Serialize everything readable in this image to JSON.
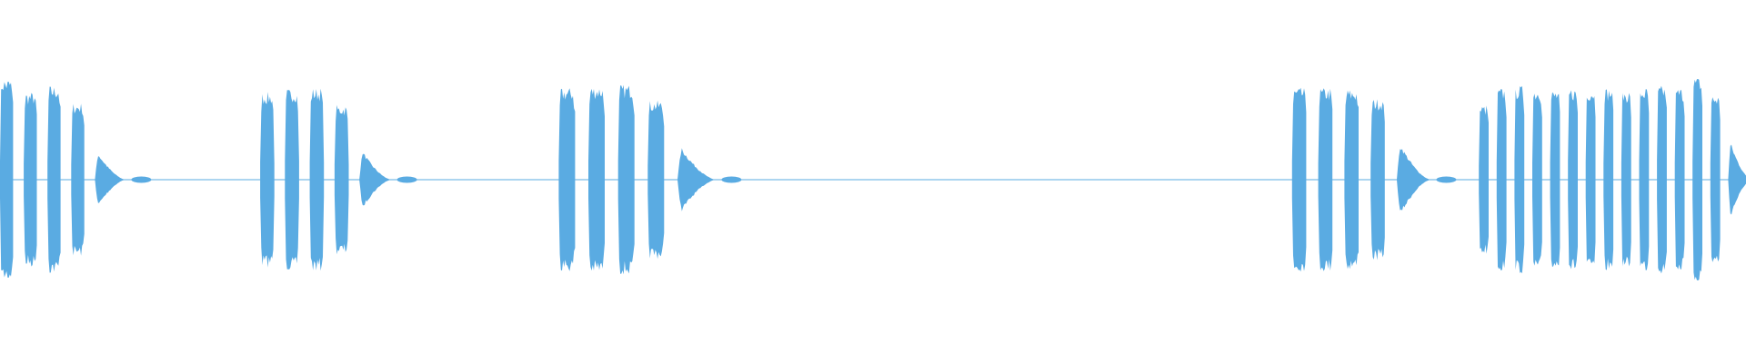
{
  "waveform": {
    "color": "#5aabe2",
    "baseline_amplitude": 0.012,
    "bursts": [
      {
        "start": 0.0,
        "end": 0.068,
        "pulses": [
          0.95,
          0.82,
          0.88,
          0.72,
          0.3
        ]
      },
      {
        "start": 0.149,
        "end": 0.22,
        "pulses": [
          0.82,
          0.85,
          0.86,
          0.7,
          0.32
        ]
      },
      {
        "start": 0.32,
        "end": 0.405,
        "pulses": [
          0.86,
          0.88,
          0.89,
          0.74,
          0.36
        ]
      },
      {
        "start": 0.74,
        "end": 0.815,
        "pulses": [
          0.86,
          0.86,
          0.85,
          0.76,
          0.4
        ]
      },
      {
        "start": 0.847,
        "end": 1.0,
        "pulses": [
          0.7,
          0.86,
          0.88,
          0.86,
          0.84,
          0.86,
          0.86,
          0.86,
          0.84,
          0.86,
          0.88,
          0.86,
          0.96,
          0.8,
          0.42
        ]
      }
    ]
  }
}
